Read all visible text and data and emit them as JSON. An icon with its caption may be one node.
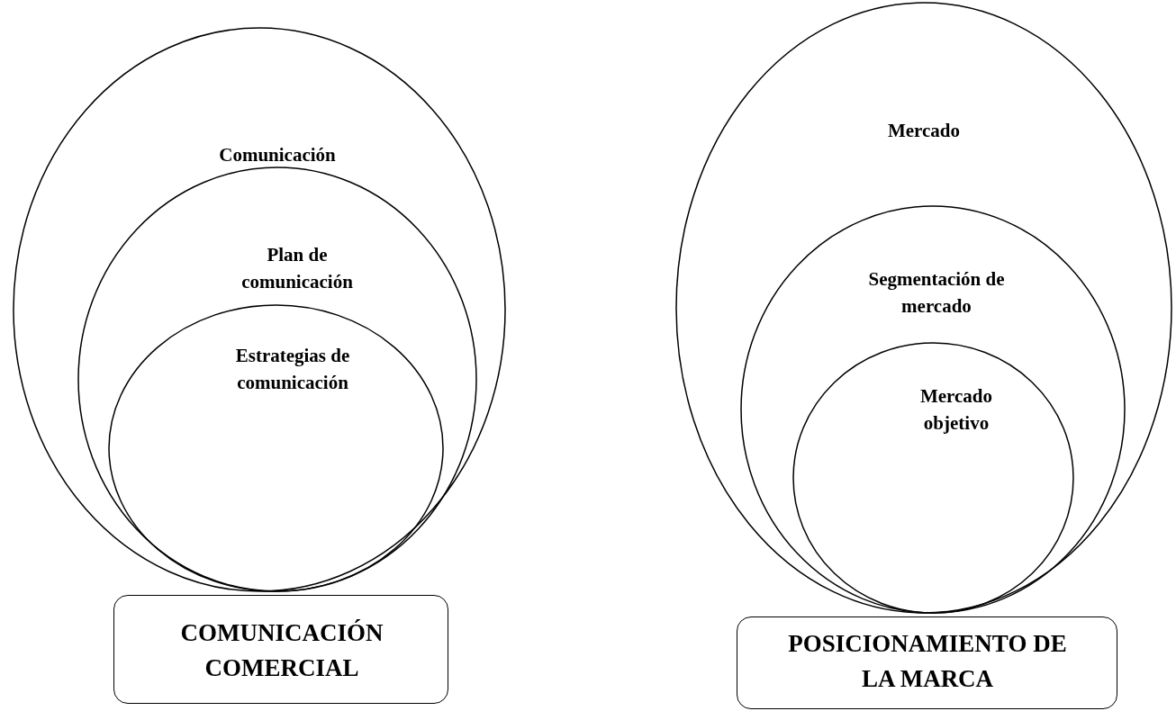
{
  "diagram": {
    "nodes": [
      {
        "text": [
          "Comunicación"
        ]
      },
      {
        "text": [
          "Plan de comunicación"
        ],
        "in": 0
      },
      {
        "text": [
          "Estrategias de comunicación"
        ],
        "in": 1
      },
      {
        "text": [
          "COMUNICACIÓN COMERCIAL"
        ]
      },
      {
        "text": [
          "Mercado"
        ]
      },
      {
        "text": [
          "Segmentación de mercado"
        ],
        "in": 4
      },
      {
        "text": [
          "Mercado objetivo"
        ],
        "in": 5
      },
      {
        "text": [
          "POSICIONAMIENTO DE LA MARCA"
        ]
      }
    ]
  }
}
